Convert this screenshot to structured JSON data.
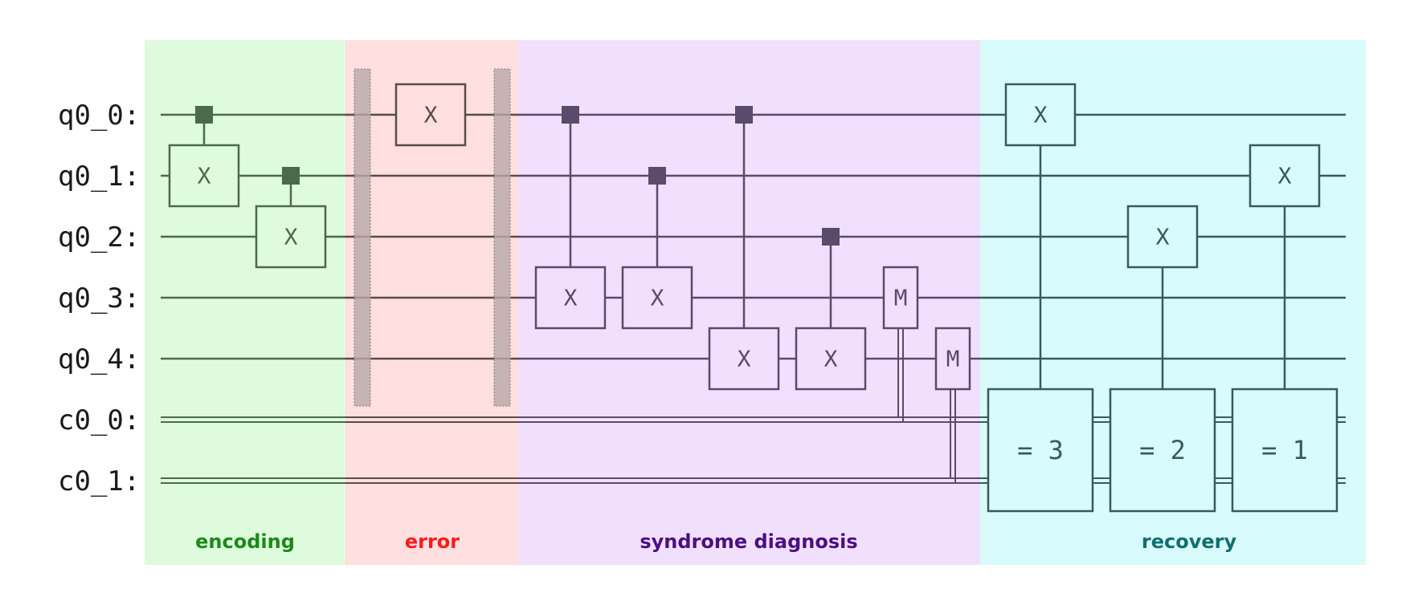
{
  "qubits": [
    "q0_0:",
    "q0_1:",
    "q0_2:",
    "q0_3:",
    "q0_4:"
  ],
  "cbits": [
    "c0_0:",
    "c0_1:"
  ],
  "sections": [
    {
      "key": "encoding",
      "label": "encoding",
      "bg": "#dffbdd",
      "text": "#1a8a1a",
      "stroke": "#4a6b4a"
    },
    {
      "key": "error",
      "label": "error",
      "bg": "#ffdfdf",
      "text": "#ff1a1a",
      "stroke": "#5a4b4b"
    },
    {
      "key": "syndrome",
      "label": "syndrome diagnosis",
      "bg": "#f1e0fd",
      "text": "#4b0f82",
      "stroke": "#5a4a6b"
    },
    {
      "key": "recovery",
      "label": "recovery",
      "bg": "#d8fcfb",
      "text": "#0f6f6f",
      "stroke": "#3a5a5a"
    }
  ],
  "gates": {
    "x": "X",
    "measure": "M"
  },
  "conditions": [
    "= 3",
    "= 2",
    "= 1"
  ]
}
